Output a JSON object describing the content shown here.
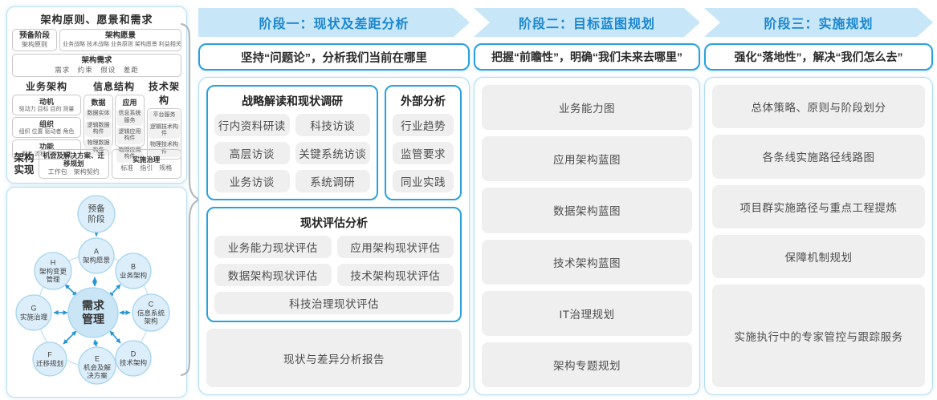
{
  "colors": {
    "band_bg": "#c7e6f8",
    "band_text": "#1b87d0",
    "accent_border": "#2aa1dc",
    "container_border": "#aedcf4",
    "chip_bg": "#efefef",
    "circle_fill": "#dceefa",
    "circle_center_fill": "#c9e5f6",
    "arrow": "#2596d4"
  },
  "left_panel": {
    "title": "架构原则、愿景和需求",
    "prep": {
      "line1": "预备阶段",
      "line2": "架构原则"
    },
    "vision": {
      "title": "架构愿景",
      "items": "业务战略 技术战略 业务原则 架构愿景 利益相关者"
    },
    "requirements": {
      "title": "架构需求",
      "items": "需求　约束　假设　差距"
    },
    "business": {
      "header": "业务架构",
      "motivation": {
        "title": "动机",
        "line": "驱动力 目标 目的 测量"
      },
      "organization": {
        "title": "组织",
        "line": "组织 位置 驱动者 角色"
      },
      "function": {
        "title": "功能",
        "line": "服务 流程 控制 功能"
      }
    },
    "information": {
      "header": "信息结构",
      "data": {
        "title": "数据",
        "items": [
          "数据实体",
          "逻辑数据构件",
          "物理数据构件"
        ]
      },
      "application": {
        "title": "应用",
        "items": [
          "信息系统服务",
          "逻辑应用构件",
          "物理应用构件"
        ]
      }
    },
    "technology": {
      "header": "技术架构",
      "items": [
        "平台服务",
        "逻辑技术构件",
        "物理技术构件"
      ]
    },
    "realization": {
      "label": "架构实现",
      "opportunities": {
        "title": "机会及解决方案、迁移规划",
        "line": "工作包　架构契约"
      },
      "governance": {
        "title": "实施治理",
        "line": "标准　指引　规格"
      }
    }
  },
  "adm": {
    "prep": "预备阶段",
    "center": "需求管理",
    "nodes": [
      {
        "letter": "A",
        "label": "架构愿景"
      },
      {
        "letter": "B",
        "label": "业务架构"
      },
      {
        "letter": "C",
        "label": "信息系统架构"
      },
      {
        "letter": "D",
        "label": "技术架构"
      },
      {
        "letter": "E",
        "label": "机会及解决方案"
      },
      {
        "letter": "F",
        "label": "迁移规划"
      },
      {
        "letter": "G",
        "label": "实施治理"
      },
      {
        "letter": "H",
        "label": "架构变更管理"
      }
    ]
  },
  "phases": [
    {
      "header": "阶段一：现状及差距分析",
      "subtitle": "坚持“问题论”，分析我们当前在哪里",
      "groups": [
        {
          "title": "战略解读和现状调研",
          "items": [
            "行内资料研读",
            "科技访谈",
            "高层访谈",
            "关键系统访谈",
            "业务访谈",
            "系统调研"
          ]
        },
        {
          "title": "外部分析",
          "items": [
            "行业趋势",
            "监管要求",
            "同业实践"
          ]
        },
        {
          "title": "现状评估分析",
          "items": [
            "业务能力现状评估",
            "应用架构现状评估",
            "数据架构现状评估",
            "技术架构现状评估",
            "科技治理现状评估"
          ]
        }
      ],
      "report": "现状与差异分析报告"
    },
    {
      "header": "阶段二：目标蓝图规划",
      "subtitle": "把握“前瞻性”，明确“我们未来去哪里”",
      "items": [
        "业务能力图",
        "应用架构蓝图",
        "数据架构蓝图",
        "技术架构蓝图",
        "IT治理规划",
        "架构专题规划"
      ]
    },
    {
      "header": "阶段三：实施规划",
      "subtitle": "强化“落地性”，解决“我们怎么去”",
      "items": [
        "总体策略、原则与阶段划分",
        "各条线实施路径线路图",
        "项目群实施路径与重点工程提炼",
        "保障机制规划",
        "实施执行中的专家管控与跟踪服务"
      ]
    }
  ]
}
